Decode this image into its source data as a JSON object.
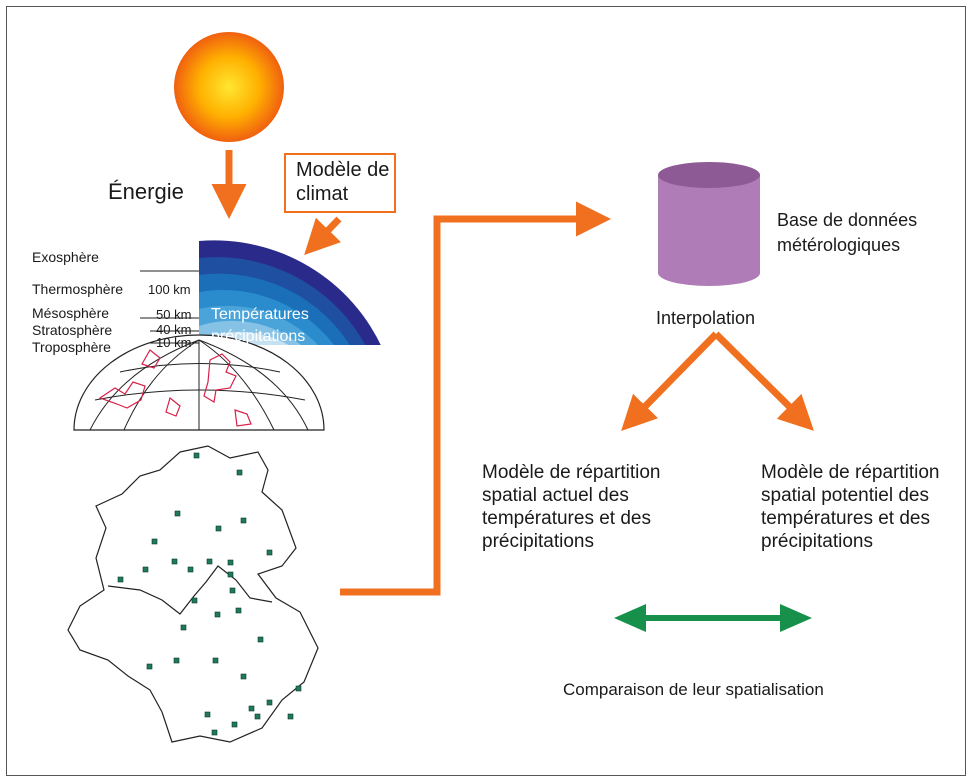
{
  "labels": {
    "energy": "Énergie",
    "climate_model": "Modèle de\nclimat",
    "database": "Base de données\nmétérologiques",
    "interpolation": "Interpolation",
    "model_current": "Modèle de répartition\nspatial actuel des\ntempératures et des\nprécipitations",
    "model_potential": "Modèle de répartition\nspatial potentiel des\ntempératures et des\nprécipitations",
    "comparison": "Comparaison de leur spatialisation",
    "temperatures": "Températures",
    "precipitations": "précipitations"
  },
  "layers": {
    "exosphere": "Exosphère",
    "thermosphere": "Thermosphère",
    "mesosphere": "Mésosphère",
    "stratosphere": "Stratosphère",
    "troposphere": "Troposphère",
    "alt_100": "100 km",
    "alt_50": "50 km",
    "alt_40": "40 km",
    "alt_10": "10 km"
  },
  "colors": {
    "arrow_orange": "#f07020",
    "arrow_green": "#16904a",
    "cylinder": "#b07cb8",
    "station": "#1f7a5a",
    "map_lines": "#d8204a"
  }
}
